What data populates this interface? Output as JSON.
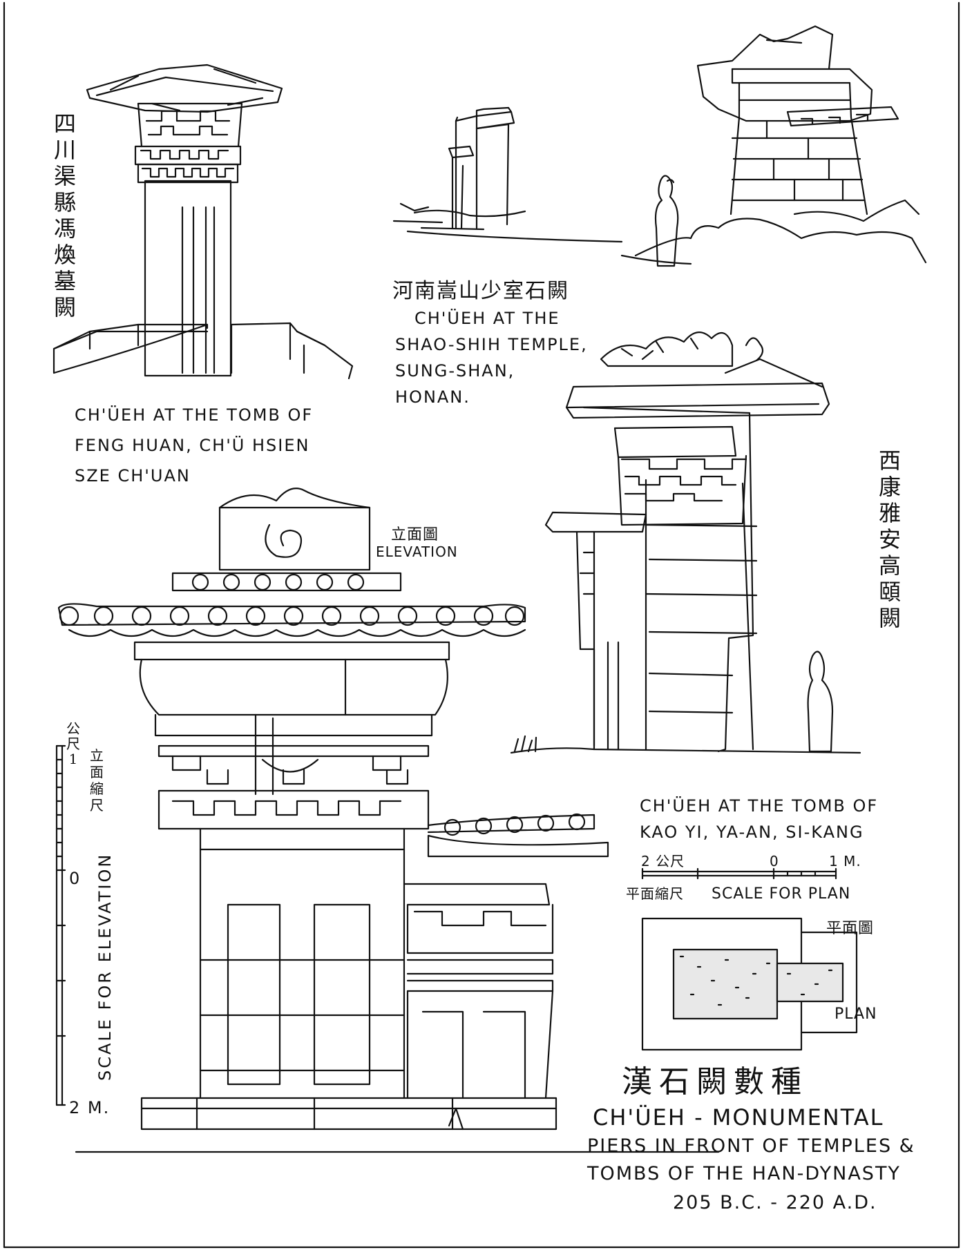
{
  "feng_huan": {
    "chinese": [
      "四",
      "川",
      "渠",
      "縣",
      "馮",
      "煥",
      "墓",
      "闕"
    ],
    "caption": [
      "CH'ÜEH AT THE TOMB OF",
      "FENG HUAN, CH'Ü HSIEN",
      "SZE CH'UAN"
    ]
  },
  "shao_shih": {
    "chinese": "河南嵩山少室石闕",
    "caption": [
      "CH'ÜEH AT THE",
      "SHAO-SHIH TEMPLE,",
      "SUNG-SHAN,",
      "HONAN."
    ]
  },
  "kao_yi": {
    "chinese": [
      "西",
      "康",
      "雅",
      "安",
      "高",
      "頤",
      "闕"
    ],
    "caption": [
      "CH'ÜEH AT THE TOMB OF",
      "KAO YI, YA-AN, SI-KANG"
    ]
  },
  "elevation": {
    "chinese": "立面圖",
    "label": "ELEVATION"
  },
  "elevation_scale": {
    "chinese": [
      "公",
      "尺",
      "1"
    ],
    "chinese_label": [
      "立",
      "面",
      "縮",
      "尺"
    ],
    "zero": "0",
    "two": "2 M.",
    "label": "SCALE FOR ELEVATION"
  },
  "plan_scale": {
    "left": "2 公尺",
    "zero": "0",
    "right": "1 M.",
    "chinese": "平面縮尺",
    "label": "SCALE FOR PLAN"
  },
  "plan": {
    "chinese": "平面圖",
    "label": "PLAN"
  },
  "title": {
    "chinese": "漢石闕數種",
    "lines": [
      "CH'ÜEH - MONUMENTAL",
      "PIERS IN FRONT OF TEMPLES &",
      "TOMBS OF THE HAN-DYNASTY"
    ],
    "dates": "205 B.C. - 220 A.D."
  },
  "colors": {
    "ink": "#111111",
    "paper": "#ffffff"
  }
}
